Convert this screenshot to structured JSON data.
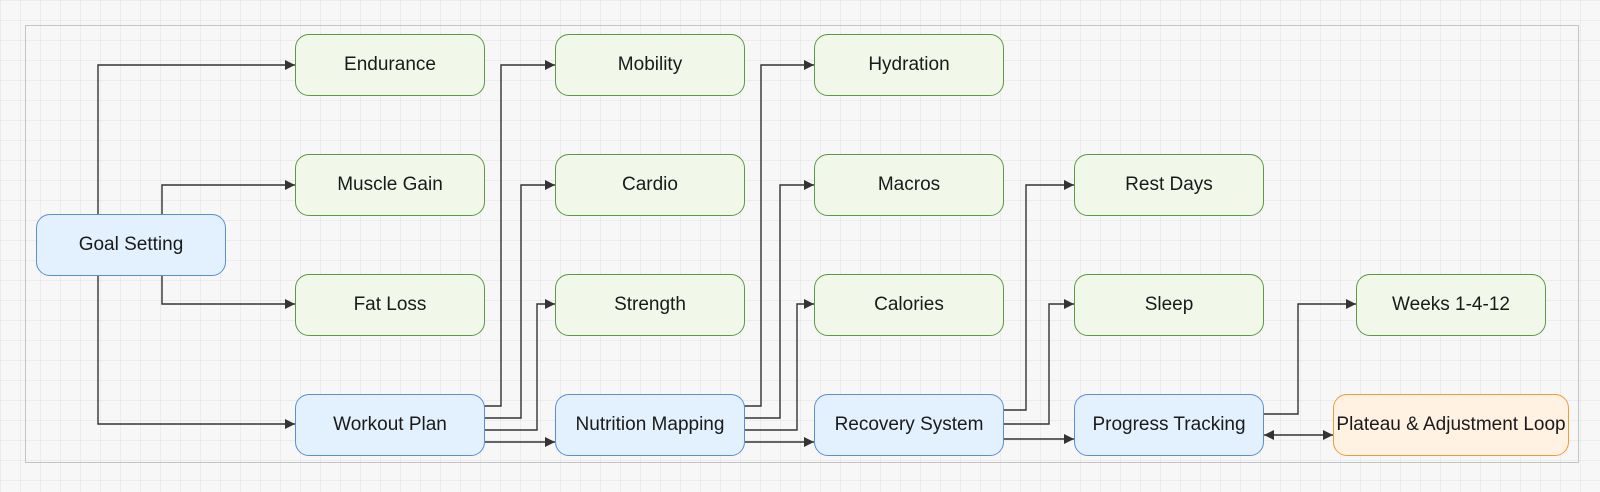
{
  "diagram": {
    "nodes": {
      "goal_setting": "Goal Setting",
      "endurance": "Endurance",
      "muscle_gain": "Muscle Gain",
      "fat_loss": "Fat Loss",
      "workout_plan": "Workout Plan",
      "mobility": "Mobility",
      "cardio": "Cardio",
      "strength": "Strength",
      "nutrition_mapping": "Nutrition Mapping",
      "hydration": "Hydration",
      "macros": "Macros",
      "calories": "Calories",
      "recovery_system": "Recovery System",
      "rest_days": "Rest Days",
      "sleep": "Sleep",
      "progress_tracking": "Progress Tracking",
      "weeks": "Weeks 1-4-12",
      "plateau_loop": "Plateau & Adjustment Loop"
    },
    "edges": [
      {
        "from": "goal_setting",
        "to": "endurance"
      },
      {
        "from": "goal_setting",
        "to": "muscle_gain"
      },
      {
        "from": "goal_setting",
        "to": "fat_loss"
      },
      {
        "from": "goal_setting",
        "to": "workout_plan"
      },
      {
        "from": "workout_plan",
        "to": "mobility"
      },
      {
        "from": "workout_plan",
        "to": "cardio"
      },
      {
        "from": "workout_plan",
        "to": "strength"
      },
      {
        "from": "workout_plan",
        "to": "nutrition_mapping"
      },
      {
        "from": "nutrition_mapping",
        "to": "hydration"
      },
      {
        "from": "nutrition_mapping",
        "to": "macros"
      },
      {
        "from": "nutrition_mapping",
        "to": "calories"
      },
      {
        "from": "nutrition_mapping",
        "to": "recovery_system"
      },
      {
        "from": "recovery_system",
        "to": "rest_days"
      },
      {
        "from": "recovery_system",
        "to": "sleep"
      },
      {
        "from": "recovery_system",
        "to": "progress_tracking"
      },
      {
        "from": "progress_tracking",
        "to": "weeks"
      },
      {
        "from": "progress_tracking",
        "to": "plateau_loop",
        "bidirectional": true
      }
    ],
    "colors": {
      "outcome_fill": "#f1f8ea",
      "outcome_border": "#5a9a45",
      "stage_fill": "#e3f0fd",
      "stage_border": "#5b8fd4",
      "loop_fill": "#fff2e2",
      "loop_border": "#ee9b3a",
      "edge": "#333333"
    }
  }
}
